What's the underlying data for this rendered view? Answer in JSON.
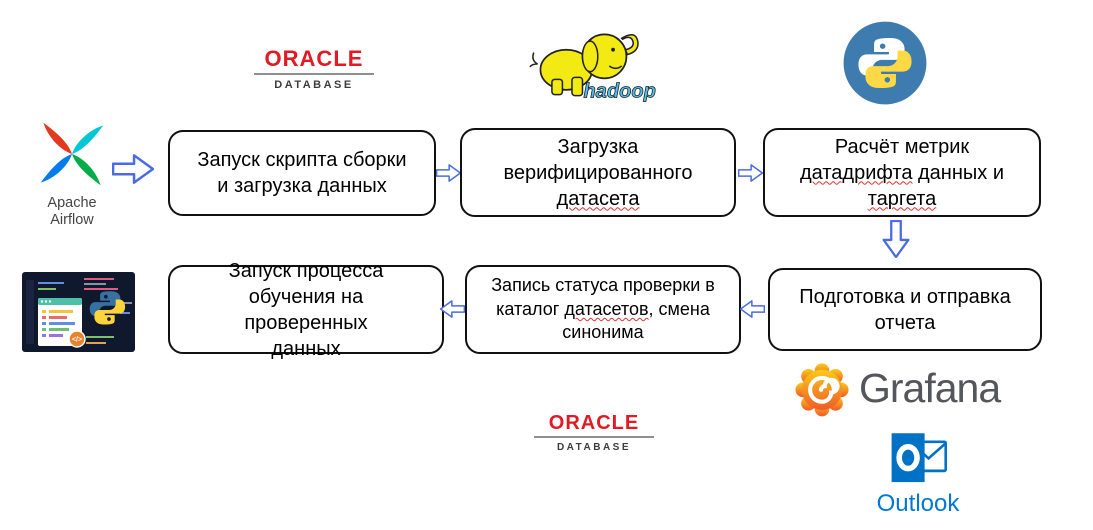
{
  "colors": {
    "arrow_blue": "#4a6be4",
    "box_border": "#111111",
    "oracle_red": "#e21a23",
    "oracle_sub_gray": "#3c3c3c",
    "grafana_text_gray": "#55565b",
    "grafana_orange": "#f05a28",
    "grafana_yellow": "#fbca1a",
    "outlook_blue": "#0072c6",
    "python_circle_blue": "#3e7caf",
    "python_yellow": "#ffd845",
    "hadoop_yellow": "#f3ea13",
    "hadoop_text_blue": "#54bee8",
    "airflow_red": "#e43921",
    "airflow_teal": "#00c7d4",
    "airflow_green": "#00ad46",
    "airflow_blue": "#017cee",
    "spellcheck_red": "#e03030"
  },
  "logos": {
    "airflow": {
      "name": "apache-airflow-logo",
      "caption_line1": "Apache",
      "caption_line2": "Airflow"
    },
    "oracle": {
      "name": "oracle-database-logo",
      "title": "ORACLE",
      "sub": "DATABASE"
    },
    "hadoop": {
      "name": "hadoop-logo",
      "label": "hadoop"
    },
    "python": {
      "name": "python-logo"
    },
    "python_code": {
      "name": "python-code-thumbnail"
    },
    "grafana": {
      "name": "grafana-logo",
      "label": "Grafana"
    },
    "outlook": {
      "name": "outlook-logo",
      "label": "Outlook"
    }
  },
  "flow": {
    "box1": {
      "text": "Запуск скрипта сборки и загрузка данных"
    },
    "box2": {
      "pre": "Загрузка верифицированного ",
      "misspelled": "датасета"
    },
    "box3": {
      "pre": "Расчёт метрик ",
      "misspelled1": "датадрифта",
      "mid": " данных и ",
      "misspelled2": "таргета"
    },
    "box4": {
      "text": "Подготовка и отправка отчета"
    },
    "box5": {
      "pre": "Запись статуса проверки в каталог ",
      "misspelled": "датасетов",
      "post": ", смена синонима"
    },
    "box6": {
      "text": "Запуск процесса обучения на проверенных данных"
    }
  }
}
